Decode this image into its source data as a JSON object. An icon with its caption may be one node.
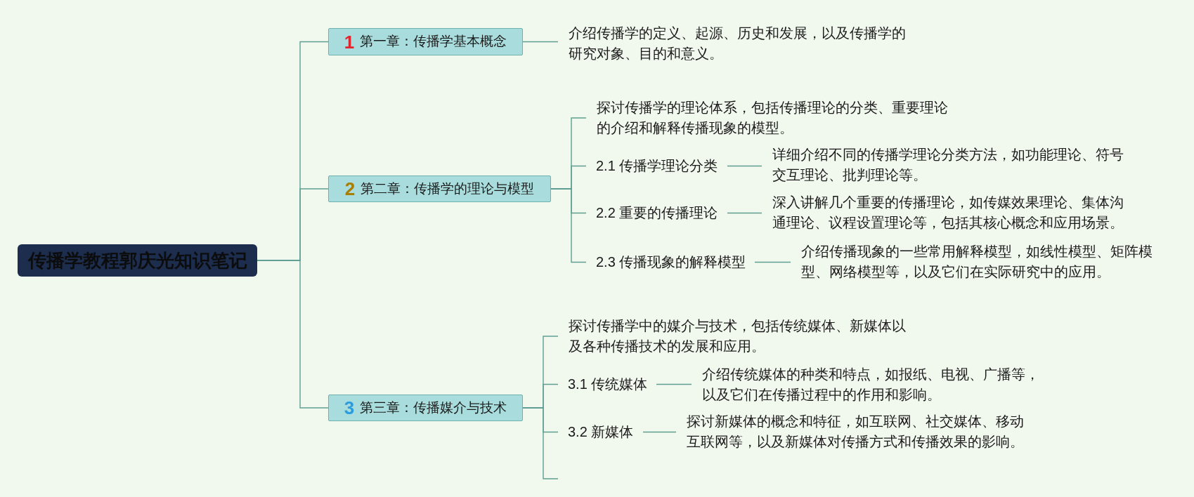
{
  "diagram": {
    "nodes": [
      {
        "text": [
          "传播学教程郭庆光知识笔记"
        ]
      },
      {
        "text": [
          "1",
          "第一章：传播学基本概念"
        ]
      },
      {
        "text": [
          "介绍传播学的定义、起源、历史和发展，以及传播学的研究对象、目的和意义。"
        ]
      },
      {
        "text": [
          "2",
          "第二章：传播学的理论与模型"
        ]
      },
      {
        "text": [
          "探讨传播学的理论体系，包括传播理论的分类、重要理论的介绍和解释传播现象的模型。"
        ]
      },
      {
        "text": [
          "2.1 传播学理论分类"
        ]
      },
      {
        "text": [
          "详细介绍不同的传播学理论分类方法，如功能理论、符号交互理论、批判理论等。"
        ]
      },
      {
        "text": [
          "2.2 重要的传播理论"
        ]
      },
      {
        "text": [
          "深入讲解几个重要的传播理论，如传媒效果理论、集体沟通理论、议程设置理论等，包括其核心概念和应用场景。"
        ]
      },
      {
        "text": [
          "2.3 传播现象的解释模型"
        ]
      },
      {
        "text": [
          "介绍传播现象的一些常用解释模型，如线性模型、矩阵模型、网络模型等，以及它们在实际研究中的应用。"
        ]
      },
      {
        "text": [
          "3",
          "第三章：传播媒介与技术"
        ]
      },
      {
        "text": [
          "探讨传播学中的媒介与技术，包括传统媒体、新媒体以及各种传播技术的发展和应用。"
        ]
      },
      {
        "text": [
          "3.1 传统媒体"
        ]
      },
      {
        "text": [
          "介绍传统媒体的种类和特点，如报纸、电视、广播等，以及它们在传播过程中的作用和影响。"
        ]
      },
      {
        "text": [
          "3.2 新媒体"
        ]
      },
      {
        "text": [
          "探讨新媒体的概念和特征，如互联网、社交媒体、移动互联网等，以及新媒体对传播方式和传播效果的影响。"
        ]
      }
    ],
    "edges": [
      {
        "from": 0,
        "to": 1,
        "arrow": "none"
      },
      {
        "from": 0,
        "to": 3,
        "arrow": "none"
      },
      {
        "from": 0,
        "to": 11,
        "arrow": "none"
      },
      {
        "from": 1,
        "to": 2,
        "arrow": "none"
      },
      {
        "from": 3,
        "to": 4,
        "arrow": "none"
      },
      {
        "from": 3,
        "to": 5,
        "arrow": "none"
      },
      {
        "from": 3,
        "to": 7,
        "arrow": "none"
      },
      {
        "from": 3,
        "to": 9,
        "arrow": "none"
      },
      {
        "from": 5,
        "to": 6,
        "arrow": "none"
      },
      {
        "from": 7,
        "to": 8,
        "arrow": "none"
      },
      {
        "from": 9,
        "to": 10,
        "arrow": "none"
      },
      {
        "from": 11,
        "to": 12,
        "arrow": "none"
      },
      {
        "from": 11,
        "to": 13,
        "arrow": "none"
      },
      {
        "from": 11,
        "to": 15,
        "arrow": "none"
      },
      {
        "from": 11,
        "to": null,
        "arrow": "none"
      },
      {
        "from": 13,
        "to": 14,
        "arrow": "none"
      },
      {
        "from": 15,
        "to": 16,
        "arrow": "none"
      }
    ]
  }
}
